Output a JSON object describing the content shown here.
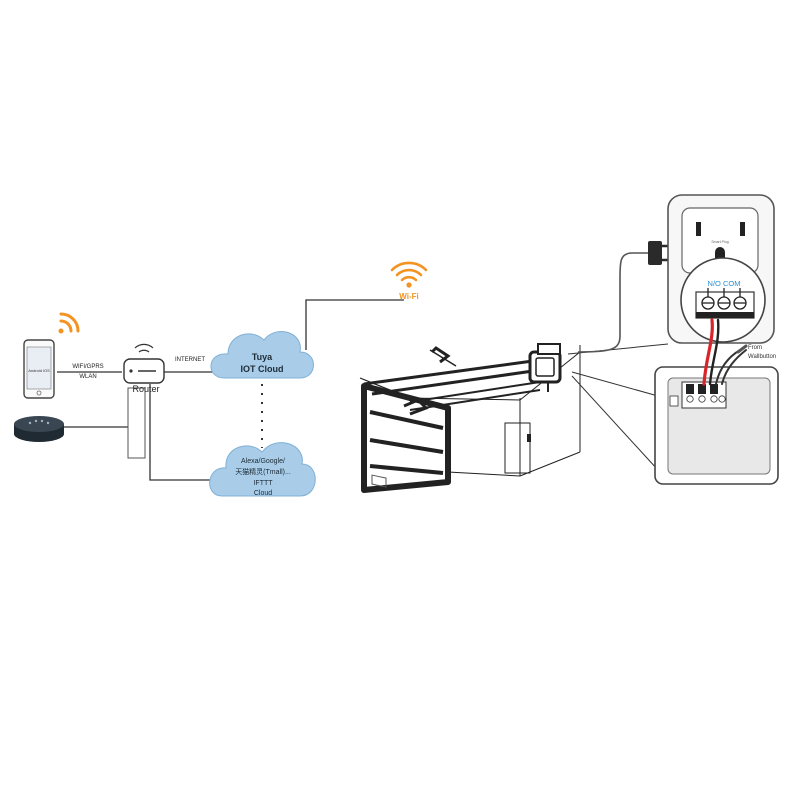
{
  "phone": {
    "screen_text": "Android iOS"
  },
  "links": {
    "wireless_line1": "WIFI/GPRS",
    "wireless_line2": "WLAN",
    "internet": "INTERNET"
  },
  "router": {
    "label": "Router"
  },
  "tuya_cloud": {
    "line1": "Tuya",
    "line2": "IOT Cloud"
  },
  "voice_cloud": {
    "line1": "Alexa/Google/",
    "line2": "天猫精灵(Tmall)...",
    "line3": "IFTTT",
    "line4": "Cloud"
  },
  "wifi": {
    "label": "Wi-Fi"
  },
  "socket": {
    "brand": "Smart Plug"
  },
  "terminal": {
    "label": "N/O COM"
  },
  "wall_button": {
    "line1": "From",
    "line2": "Wallbutton"
  },
  "colors": {
    "wifi_orange": "#f39321",
    "cloud_blue": "#a9cde8",
    "wire_red": "#d9252a",
    "terminal_blue": "#2a8fd6"
  }
}
